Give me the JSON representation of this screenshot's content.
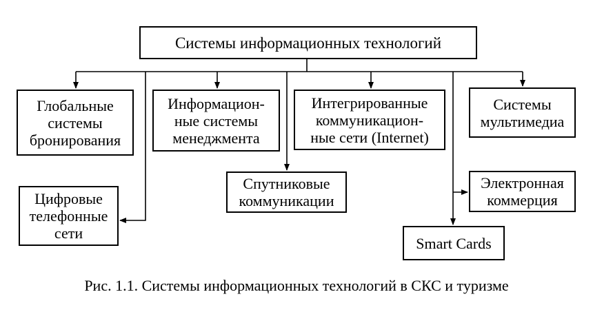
{
  "diagram": {
    "root": "Системы информационных технологий",
    "global_booking": "Глобальные\nсистемы\nбронирования",
    "management_systems": "Информацион-\nные системы\nменеджмента",
    "integrated_networks": "Интегрированные\nкоммуникацион-\nные сети (Internet)",
    "multimedia_systems": "Системы\nмультимедиа",
    "digital_phone": "Цифровые\nтелефонные\nсети",
    "satellite": "Спутниковые\nкоммуникации",
    "ecommerce": "Электронная\nкоммерция",
    "smart_cards": "Smart Cards"
  },
  "caption": "Рис. 1.1. Системы информационных технологий в СКС и туризме",
  "colors": {
    "line": "#000000",
    "box_border": "#000000",
    "background": "#ffffff"
  }
}
